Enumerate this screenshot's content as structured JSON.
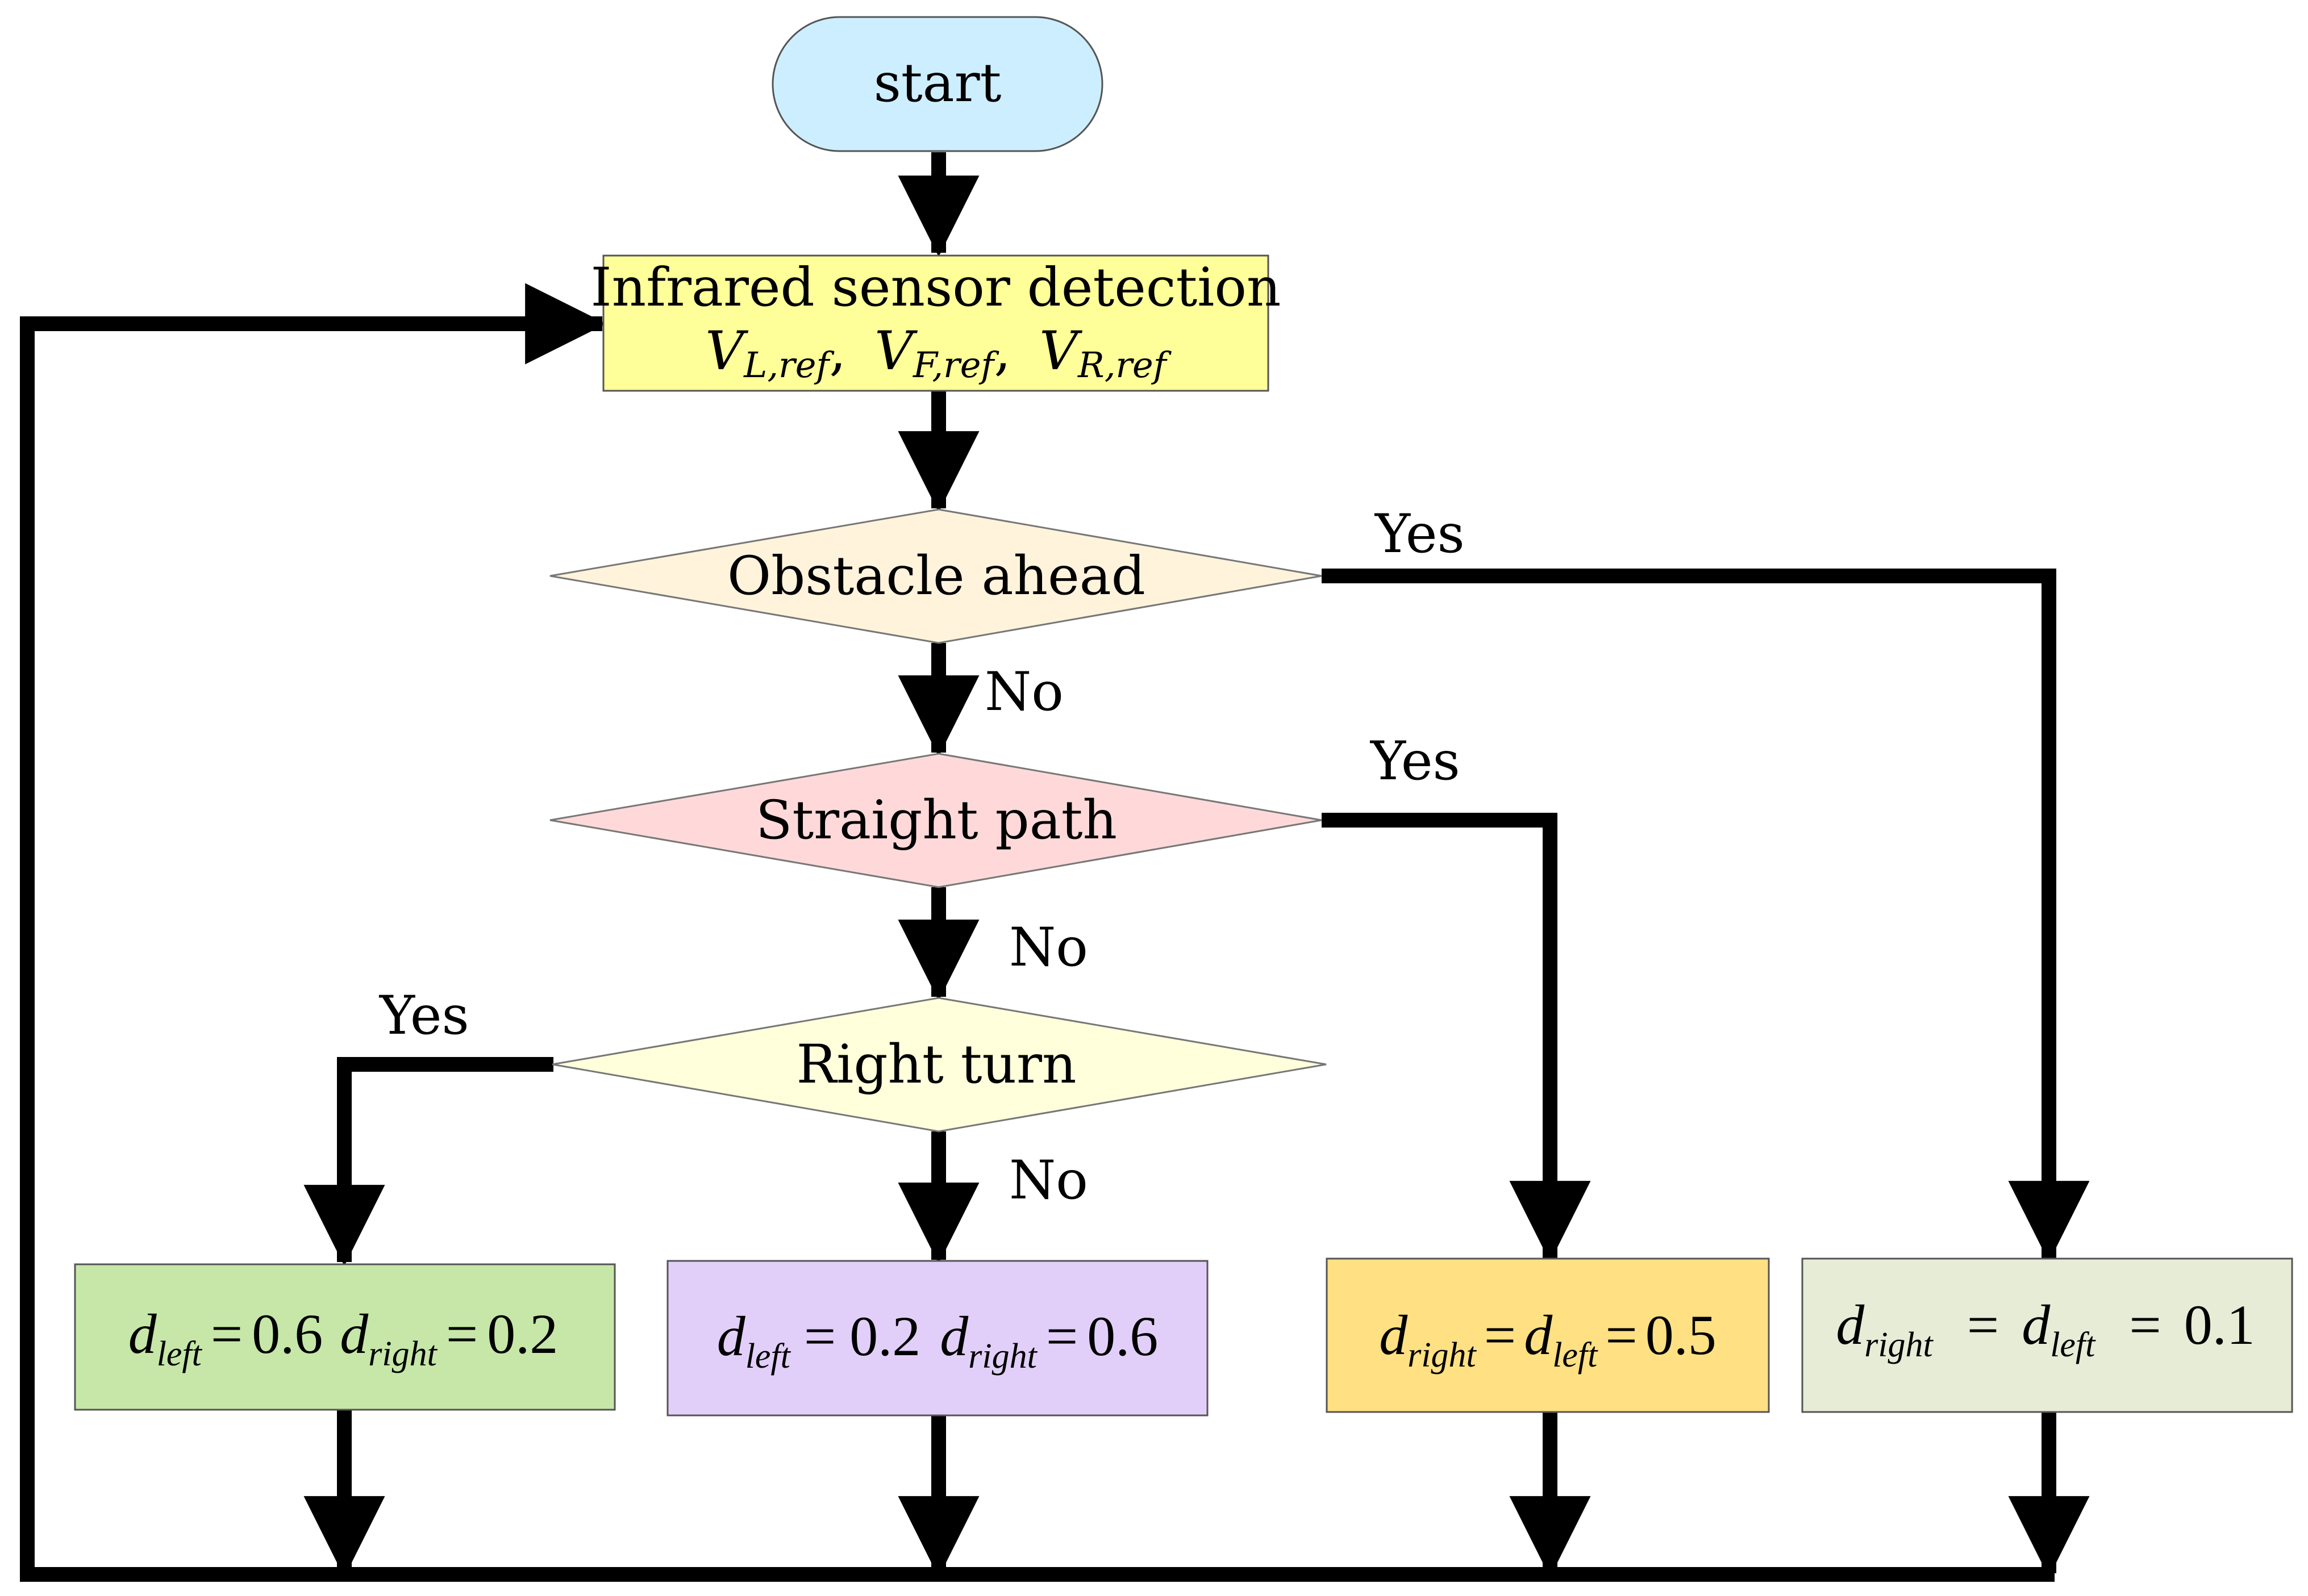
{
  "nodes": {
    "start": {
      "label": "start",
      "fill": "#cdeeff"
    },
    "sensor": {
      "title": "Infrared sensor detection",
      "v": "V",
      "sub_l": "L,ref",
      "sub_f": "F,ref",
      "sub_r": "R,ref",
      "comma": ",",
      "fill": "#ffff99"
    },
    "obstacle": {
      "label": "Obstacle ahead",
      "fill": "#fff3dc"
    },
    "straight": {
      "label": "Straight path",
      "fill": "#ffd9d9"
    },
    "right_turn": {
      "label": "Right turn",
      "fill": "#ffffdc"
    }
  },
  "edges": {
    "obstacle_yes": "Yes",
    "obstacle_no": "No",
    "straight_yes": "Yes",
    "straight_no": "No",
    "right_yes": "Yes",
    "right_no": "No"
  },
  "outcomes": {
    "right_turn_yes": {
      "d": "d",
      "s1": "left",
      "s2": "right",
      "eq": "=",
      "v1": "0.6",
      "v2": "0.2",
      "fill": "#c6e7a8"
    },
    "right_turn_no": {
      "d": "d",
      "s1": "left",
      "s2": "right",
      "eq": "=",
      "v1": "0.2",
      "v2": "0.6",
      "fill": "#e2cff9"
    },
    "straight_yes": {
      "d": "d",
      "s1": "right",
      "s2": "left",
      "eq": "=",
      "v": "0.5",
      "fill": "#ffe083"
    },
    "obstacle_yes": {
      "d": "d",
      "s1": "right",
      "s2": "left",
      "eq": "=",
      "v": "0.1",
      "fill": "#e6ecd6"
    }
  }
}
